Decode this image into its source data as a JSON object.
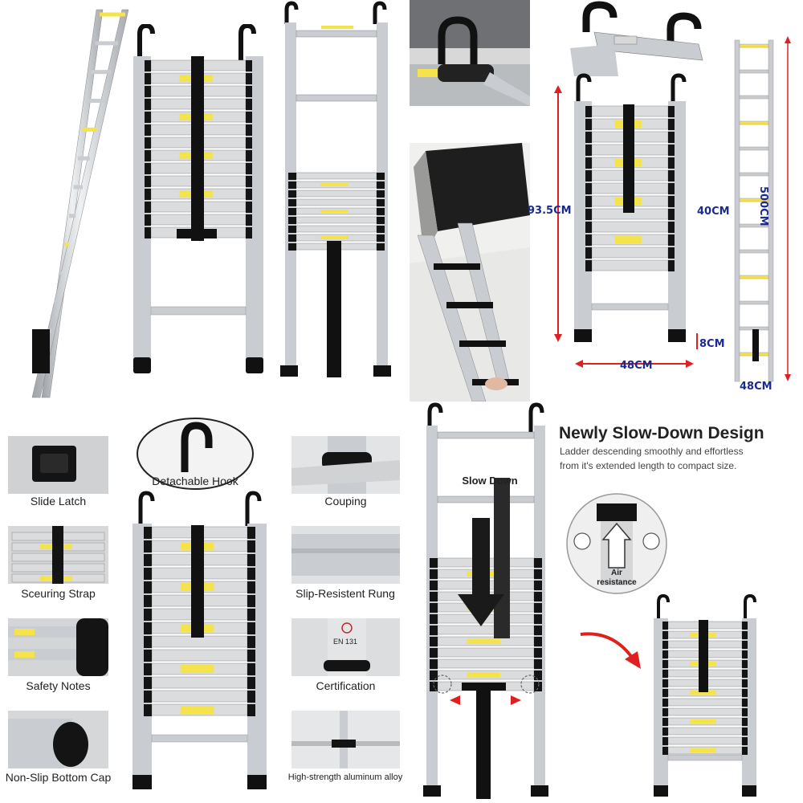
{
  "dimensions": {
    "height_compact": "93.5CM",
    "rung_spacing": "40CM",
    "extended_length": "500CM",
    "foot_height": "8CM",
    "width_compact": "48CM",
    "width_extended": "48CM"
  },
  "callouts": {
    "detachable_hook": "Detachable Hook"
  },
  "features": [
    {
      "label": "Slide Latch"
    },
    {
      "label": "Couping"
    },
    {
      "label": "Sceuring Strap"
    },
    {
      "label": "Slip-Resistent Rung"
    },
    {
      "label": "Safety Notes"
    },
    {
      "label": "Certification"
    },
    {
      "label": "Non-Slip Bottom Cap"
    },
    {
      "label": "High-strength aluminum alloy"
    }
  ],
  "certification_mark": "EN 131",
  "slowdown": {
    "title": "Newly Slow-Down Design",
    "desc_line1": "Ladder descending smoothly and effortless",
    "desc_line2": "from it's extended length to compact size.",
    "arrow_label": "Slow Down",
    "air_label_1": "Air",
    "air_label_2": "resistance"
  },
  "colors": {
    "aluminum": "#c9ccd0",
    "black": "#141414",
    "safety_yellow": "#f4e34a",
    "dimension_blue": "#1b2a8f",
    "arrow_red": "#e02020"
  }
}
